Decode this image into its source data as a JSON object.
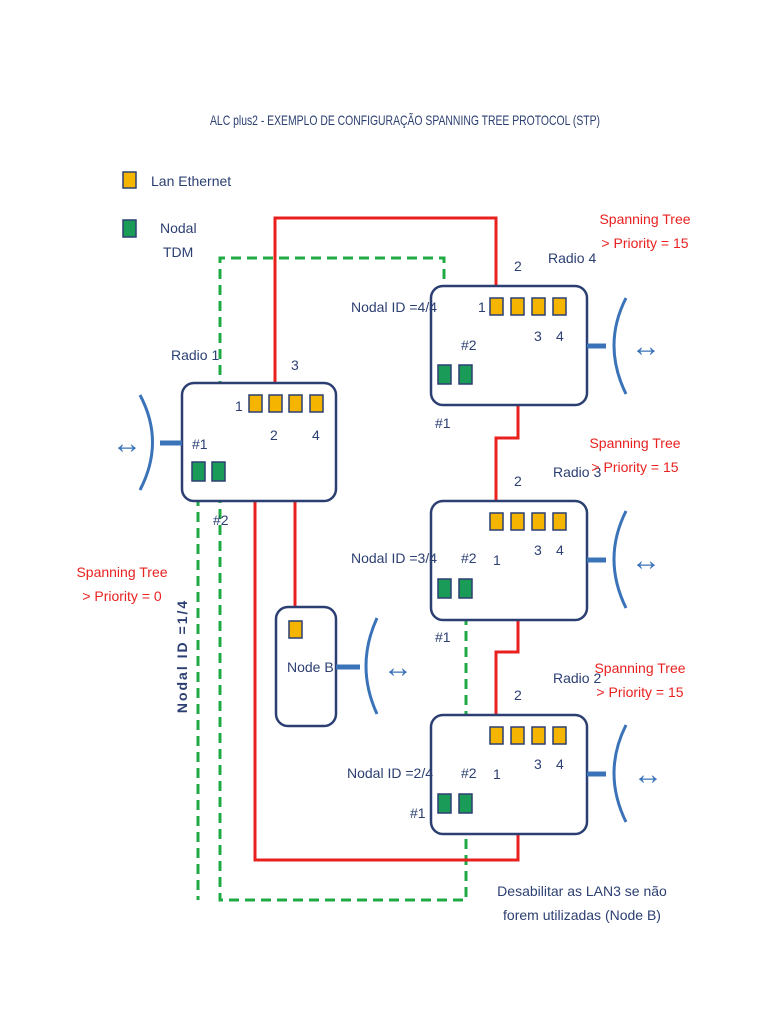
{
  "title": "ALC plus2 - EXEMPLO DE CONFIGURAÇÃO SPANNING TREE PROTOCOL (STP)",
  "legend": {
    "lan": "Lan Ethernet",
    "nodal_line1": "Nodal",
    "nodal_line2": "TDM"
  },
  "colors": {
    "lan": "#f4b400",
    "nodal": "#1a9b57",
    "red_link": "#e8211f",
    "green_link": "#1faa44",
    "box_stroke": "#2c3f72",
    "antenna": "#3b73b9"
  },
  "radio1": {
    "name": "Radio 1",
    "port1": "1",
    "port2": "2",
    "port3": "3",
    "port4": "4",
    "tdm1": "#1",
    "tdm2": "#2",
    "nodal_id": "Nodal ID =1/4",
    "stp_line1": "Spanning Tree",
    "stp_line2": "> Priority = 0"
  },
  "radio4": {
    "name": "Radio 4",
    "nodal_id": "Nodal ID =4/4",
    "port1": "1",
    "port2": "2",
    "port3": "3",
    "port4": "4",
    "tdm1": "#1",
    "tdm2": "#2",
    "stp_line1": "Spanning Tree",
    "stp_line2": "> Priority = 15"
  },
  "radio3": {
    "name": "Radio 3",
    "nodal_id": "Nodal ID =3/4",
    "port1": "1",
    "port2": "2",
    "port3": "3",
    "port4": "4",
    "tdm1": "#1",
    "tdm2": "#2",
    "stp_line1": "Spanning Tree",
    "stp_line2": "> Priority = 15"
  },
  "radio2": {
    "name": "Radio 2",
    "nodal_id": "Nodal ID =2/4",
    "port1": "1",
    "port2": "2",
    "port3": "3",
    "port4": "4",
    "tdm1": "#1",
    "tdm2": "#2",
    "stp_line1": "Spanning Tree",
    "stp_line2": "> Priority = 15"
  },
  "nodeb": {
    "name": "Node B"
  },
  "note": {
    "line1": "Desabilitar as LAN3 se não",
    "line2": "forem utilizadas (Node B)"
  },
  "icons": {
    "arrow": "↔"
  }
}
